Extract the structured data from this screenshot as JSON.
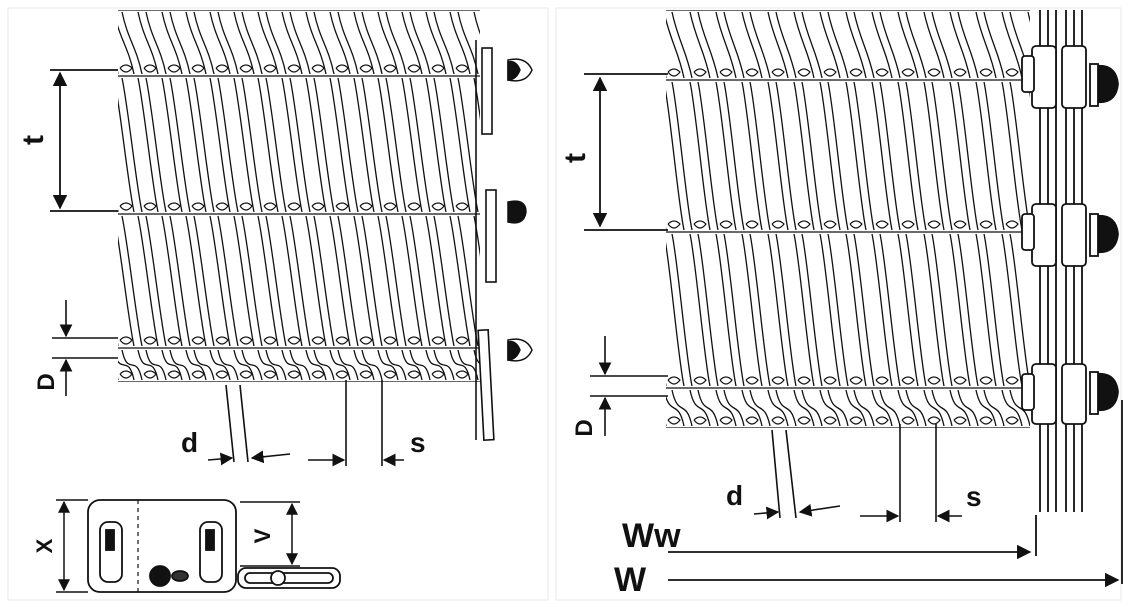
{
  "diagram": {
    "left_panel": {
      "labels": {
        "pitch": "t",
        "rod_diameter": "D",
        "wire_diameter": "d",
        "spacing": "s",
        "link_height": "X",
        "link_inner_height": "V"
      }
    },
    "right_panel": {
      "labels": {
        "pitch": "t",
        "rod_diameter": "D",
        "wire_diameter": "d",
        "spacing": "s",
        "mesh_width": "Ww",
        "total_width": "W"
      }
    }
  }
}
